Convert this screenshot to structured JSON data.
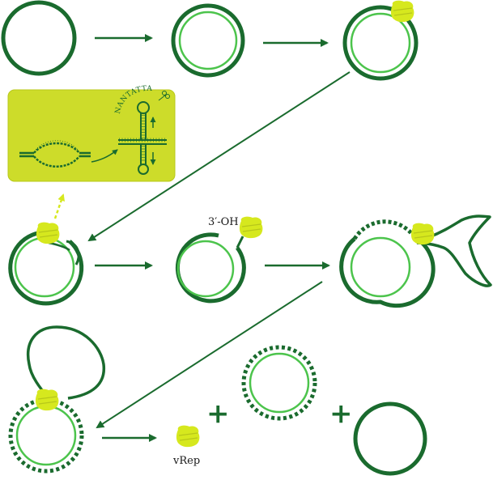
{
  "labels": {
    "oh_end": "3′-OH",
    "protein_name": "vRep",
    "plus": "+",
    "nonanucleotide": "NANTATTAC"
  },
  "colors": {
    "dark_green": "#1a6b2e",
    "light_green": "#4cc44c",
    "protein_yellow": "#d6e81e",
    "inset_bg": "#cddc2a",
    "inset_border": "#b8c81a",
    "background": "#ffffff"
  },
  "icons": {
    "protein": "vrep-protein-icon",
    "arrow": "process-arrow-icon",
    "scissors": "nick-scissors-icon"
  }
}
